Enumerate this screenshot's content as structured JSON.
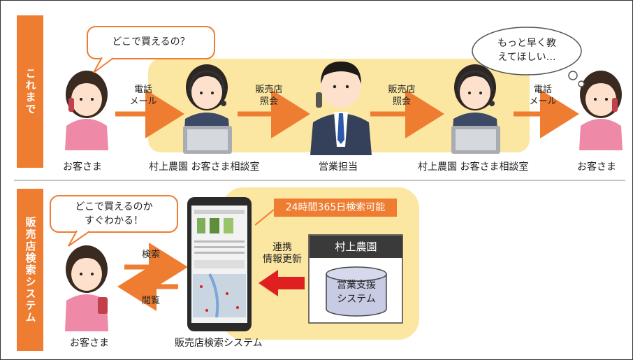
{
  "top": {
    "side_label": "これまで",
    "bubble_left": "どこで買えるの？",
    "bubble_right": "もっと早く教\nえてほしい…",
    "arrow1": "電話\nメール",
    "arrow2": "販売店\n照会",
    "arrow3": "販売店\n照会",
    "arrow4": "電話\nメール",
    "customer_left": "お客さま",
    "office_left": "村上農園 お客さま相談室",
    "sales": "営業担当",
    "office_right": "村上農園 お客さま相談室",
    "customer_right": "お客さま"
  },
  "bottom": {
    "side_label": "販売店検索システム",
    "bubble": "どこで買えるのか\nすぐわかる！",
    "search_label": "検索",
    "browse_label": "閲覧",
    "badge": "24時間365日検索可能",
    "link_label": "連携\n情報更新",
    "company": "村上農園",
    "system": "営業支援\nシステム",
    "customer": "お客さま",
    "phone_caption": "販売店検索システム"
  },
  "colors": {
    "accent": "#ee7d31",
    "highlight": "#fbe6a2",
    "link_arrow": "#e02020"
  }
}
